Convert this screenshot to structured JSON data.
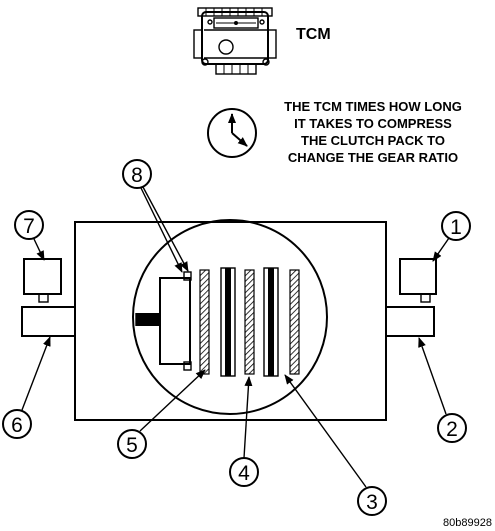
{
  "tcm_label": "TCM",
  "caption_lines": [
    "THE TCM TIMES HOW LONG",
    "IT TAKES TO COMPRESS",
    "THE CLUTCH PACK TO",
    "CHANGE THE GEAR RATIO"
  ],
  "callouts": [
    "1",
    "2",
    "3",
    "4",
    "5",
    "6",
    "7",
    "8"
  ],
  "figure_code": "80b89928",
  "icons": [
    "tcm-module-icon",
    "clock-icon"
  ]
}
